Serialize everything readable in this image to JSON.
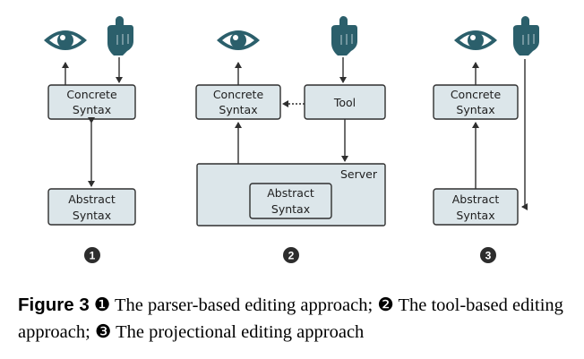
{
  "labels": {
    "concrete_line1": "Concrete",
    "concrete_line2": "Syntax",
    "abstract_line1": "Abstract",
    "abstract_line2": "Syntax",
    "tool": "Tool",
    "server": "Server"
  },
  "numbers": {
    "n1": "1",
    "n2": "2",
    "n3": "3"
  },
  "icons": {
    "view": "eye-icon",
    "edit": "pointing-hand-icon"
  },
  "colors": {
    "box_fill": "#dce6ea",
    "icon": "#2b5f6b",
    "stroke": "#2f2f2f"
  },
  "caption": {
    "figure": "Figure 3",
    "m1": "❶",
    "t1": " The parser-based editing approach; ",
    "m2": "❷",
    "t2": " The tool-based editing approach; ",
    "m3": "❸",
    "t3": " The projectional editing approach"
  }
}
